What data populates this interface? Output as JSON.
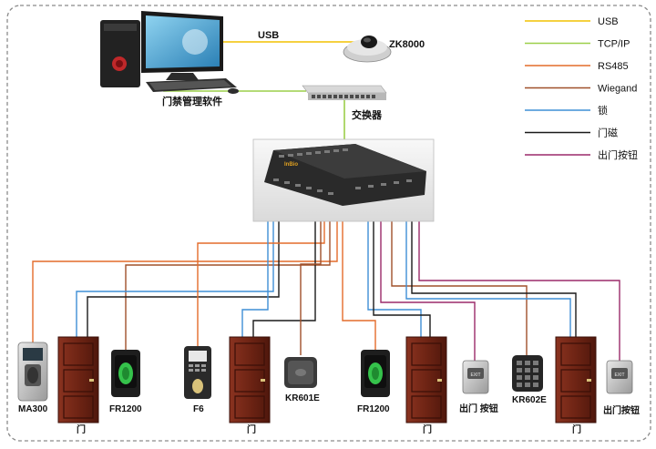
{
  "legend": [
    {
      "label": "USB",
      "color": "#f2c200"
    },
    {
      "label": "TCP/IP",
      "color": "#9ccf4a"
    },
    {
      "label": "RS485",
      "color": "#e36b2a"
    },
    {
      "label": "Wiegand",
      "color": "#a0502a"
    },
    {
      "label": "锁",
      "color": "#3f8fd6"
    },
    {
      "label": "门磁",
      "color": "#1a1a1a"
    },
    {
      "label": "出门按钮",
      "color": "#9b2a6a"
    }
  ],
  "labels": {
    "usb": "USB",
    "zk8000": "ZK8000",
    "software": "门禁管理软件",
    "switch": "交换器",
    "ma300": "MA300",
    "fr1200_a": "FR1200",
    "f6": "F6",
    "kr601e": "KR601E",
    "fr1200_b": "FR1200",
    "exit_button_a": "出门 按钮",
    "kr602e": "KR602E",
    "exit_button_b": "出门按钮",
    "door": "门"
  },
  "colors": {
    "border": "#8a8a8a",
    "door_wood": "#7a2a1a",
    "door_panel": "#5e1c10",
    "device_dark": "#1e1e1e",
    "reader_green": "#35c24b"
  }
}
